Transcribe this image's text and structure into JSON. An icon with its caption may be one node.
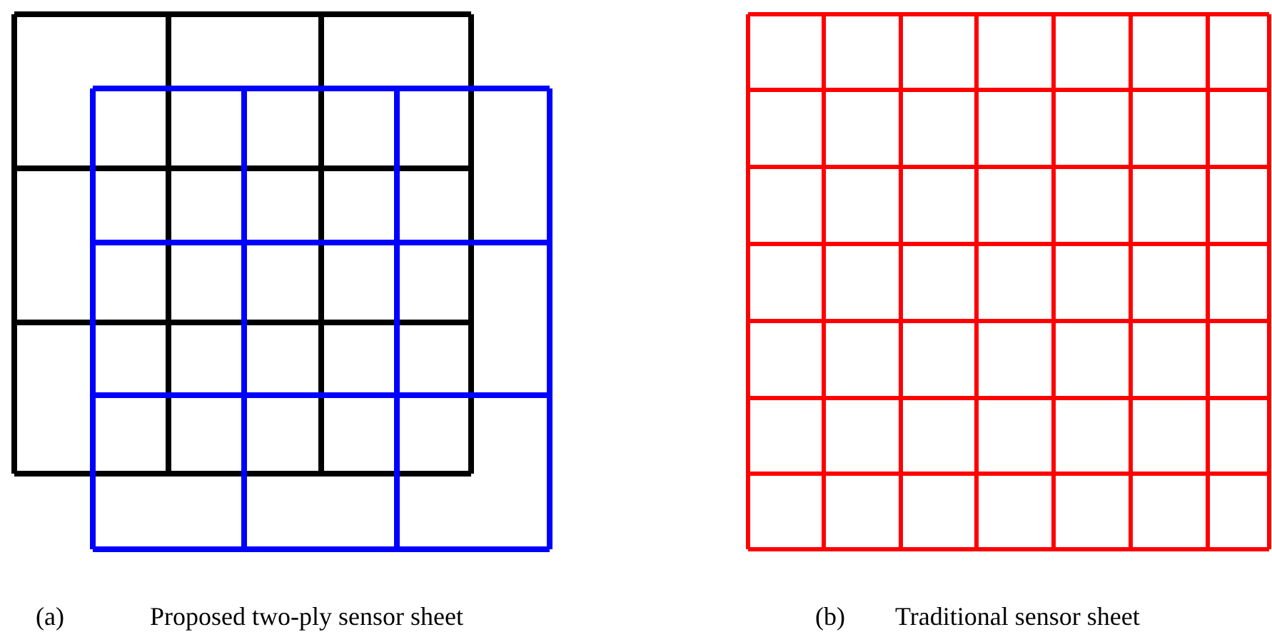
{
  "diagram": {
    "labels": [
      "(a)",
      "Proposed two-ply sensor sheet",
      "(b)",
      "Traditional sensor sheet"
    ]
  }
}
